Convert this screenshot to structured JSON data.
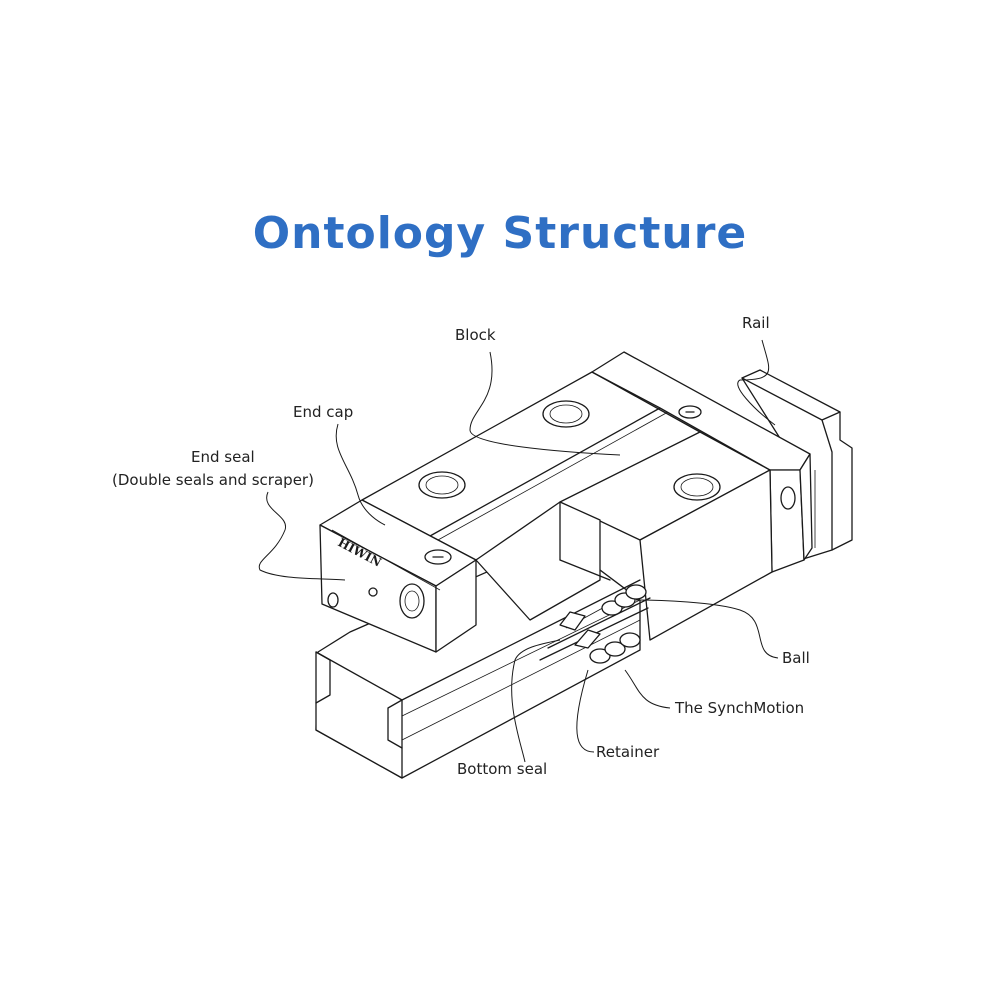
{
  "title": "Ontology Structure",
  "title_color": "#2f6fc4",
  "brand_mark": "HIWIN",
  "labels": {
    "block": "Block",
    "rail": "Rail",
    "end_cap": "End cap",
    "end_seal_line1": "End seal",
    "end_seal_line2": "(Double seals and scraper)",
    "ball": "Ball",
    "synchmotion": "The SynchMotion",
    "retainer": "Retainer",
    "bottom_seal": "Bottom seal"
  }
}
